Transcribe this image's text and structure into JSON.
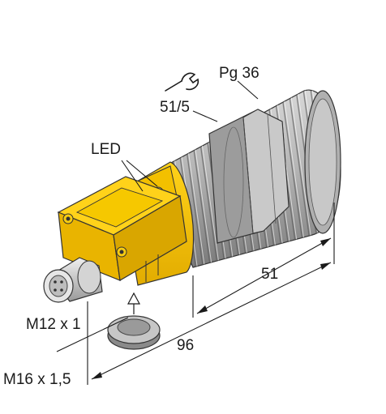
{
  "labels": {
    "thread_size": "Pg 36",
    "wrench_size": "51/5",
    "led": "LED",
    "dim_length": "51",
    "dim_total": "96",
    "connector": "M12 x 1",
    "cap_thread": "M16 x 1,5"
  },
  "colors": {
    "housing_yellow": "#f5c400",
    "housing_shadow": "#c99a00",
    "thread_grey": "#b8b8b8",
    "thread_dark": "#6e6e6e",
    "metal_light": "#e2e2e2",
    "line": "#1a1a1a"
  }
}
